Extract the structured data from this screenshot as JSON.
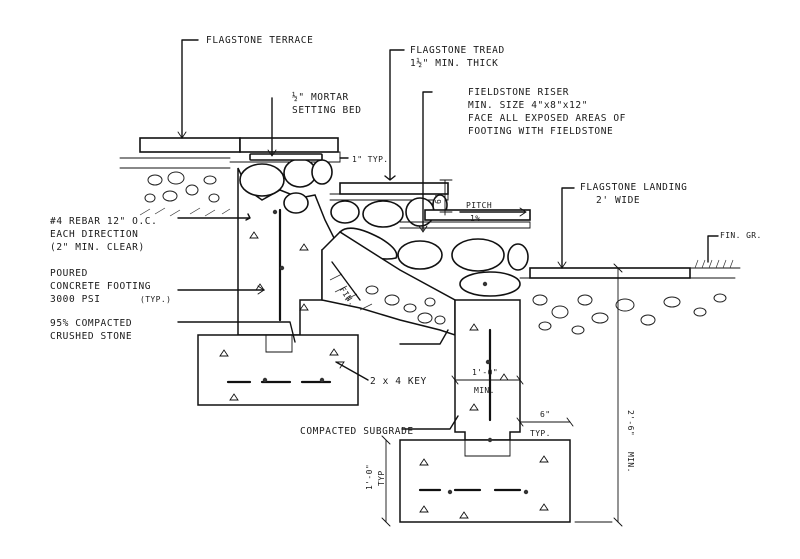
{
  "labels": {
    "flagstone_terrace": "FLAGSTONE TERRACE",
    "flagstone_tread": "FLAGSTONE TREAD",
    "tread_thick": "1½\" MIN. THICK",
    "mortar_1": "½\" MORTAR",
    "mortar_2": "SETTING BED",
    "riser_1": "FIELDSTONE RISER",
    "riser_2": "MIN. SIZE 4\"x8\"x12\"",
    "riser_3": "FACE ALL EXPOSED AREAS OF",
    "riser_4": "FOOTING WITH FIELDSTONE",
    "one_typ": "1\" TYP.",
    "six_in": "6\"",
    "pitch_1": "PITCH",
    "pitch_2": "1%",
    "landing_1": "FLAGSTONE LANDING",
    "landing_2": "2' WIDE",
    "fin_gr": "FIN. GR.",
    "rebar_1": "#4 REBAR 12\" O.C.",
    "rebar_2": "EACH DIRECTION",
    "rebar_3": "(2\" MIN. CLEAR)",
    "poured_1": "POURED",
    "poured_2": "CONCRETE FOOTING",
    "poured_3": "3000 PSI",
    "poured_4": "(TYP.)",
    "crushed_1": "95% COMPACTED",
    "crushed_2": "CRUSHED STONE",
    "key": "2 x 4 KEY",
    "fin": "FIN.",
    "one_ft": "1'-0\"",
    "min": "MIN.",
    "six_typ_1": "6\"",
    "six_typ_2": "TYP.",
    "subgrade": "COMPACTED SUBGRADE",
    "two_six": "2'-6\"",
    "two_six_min": "MIN.",
    "one_ft_typ_1": "1'-0\"",
    "one_ft_typ_2": "TYP"
  },
  "colors": {
    "ink": "#111111",
    "paper": "#ffffff"
  }
}
